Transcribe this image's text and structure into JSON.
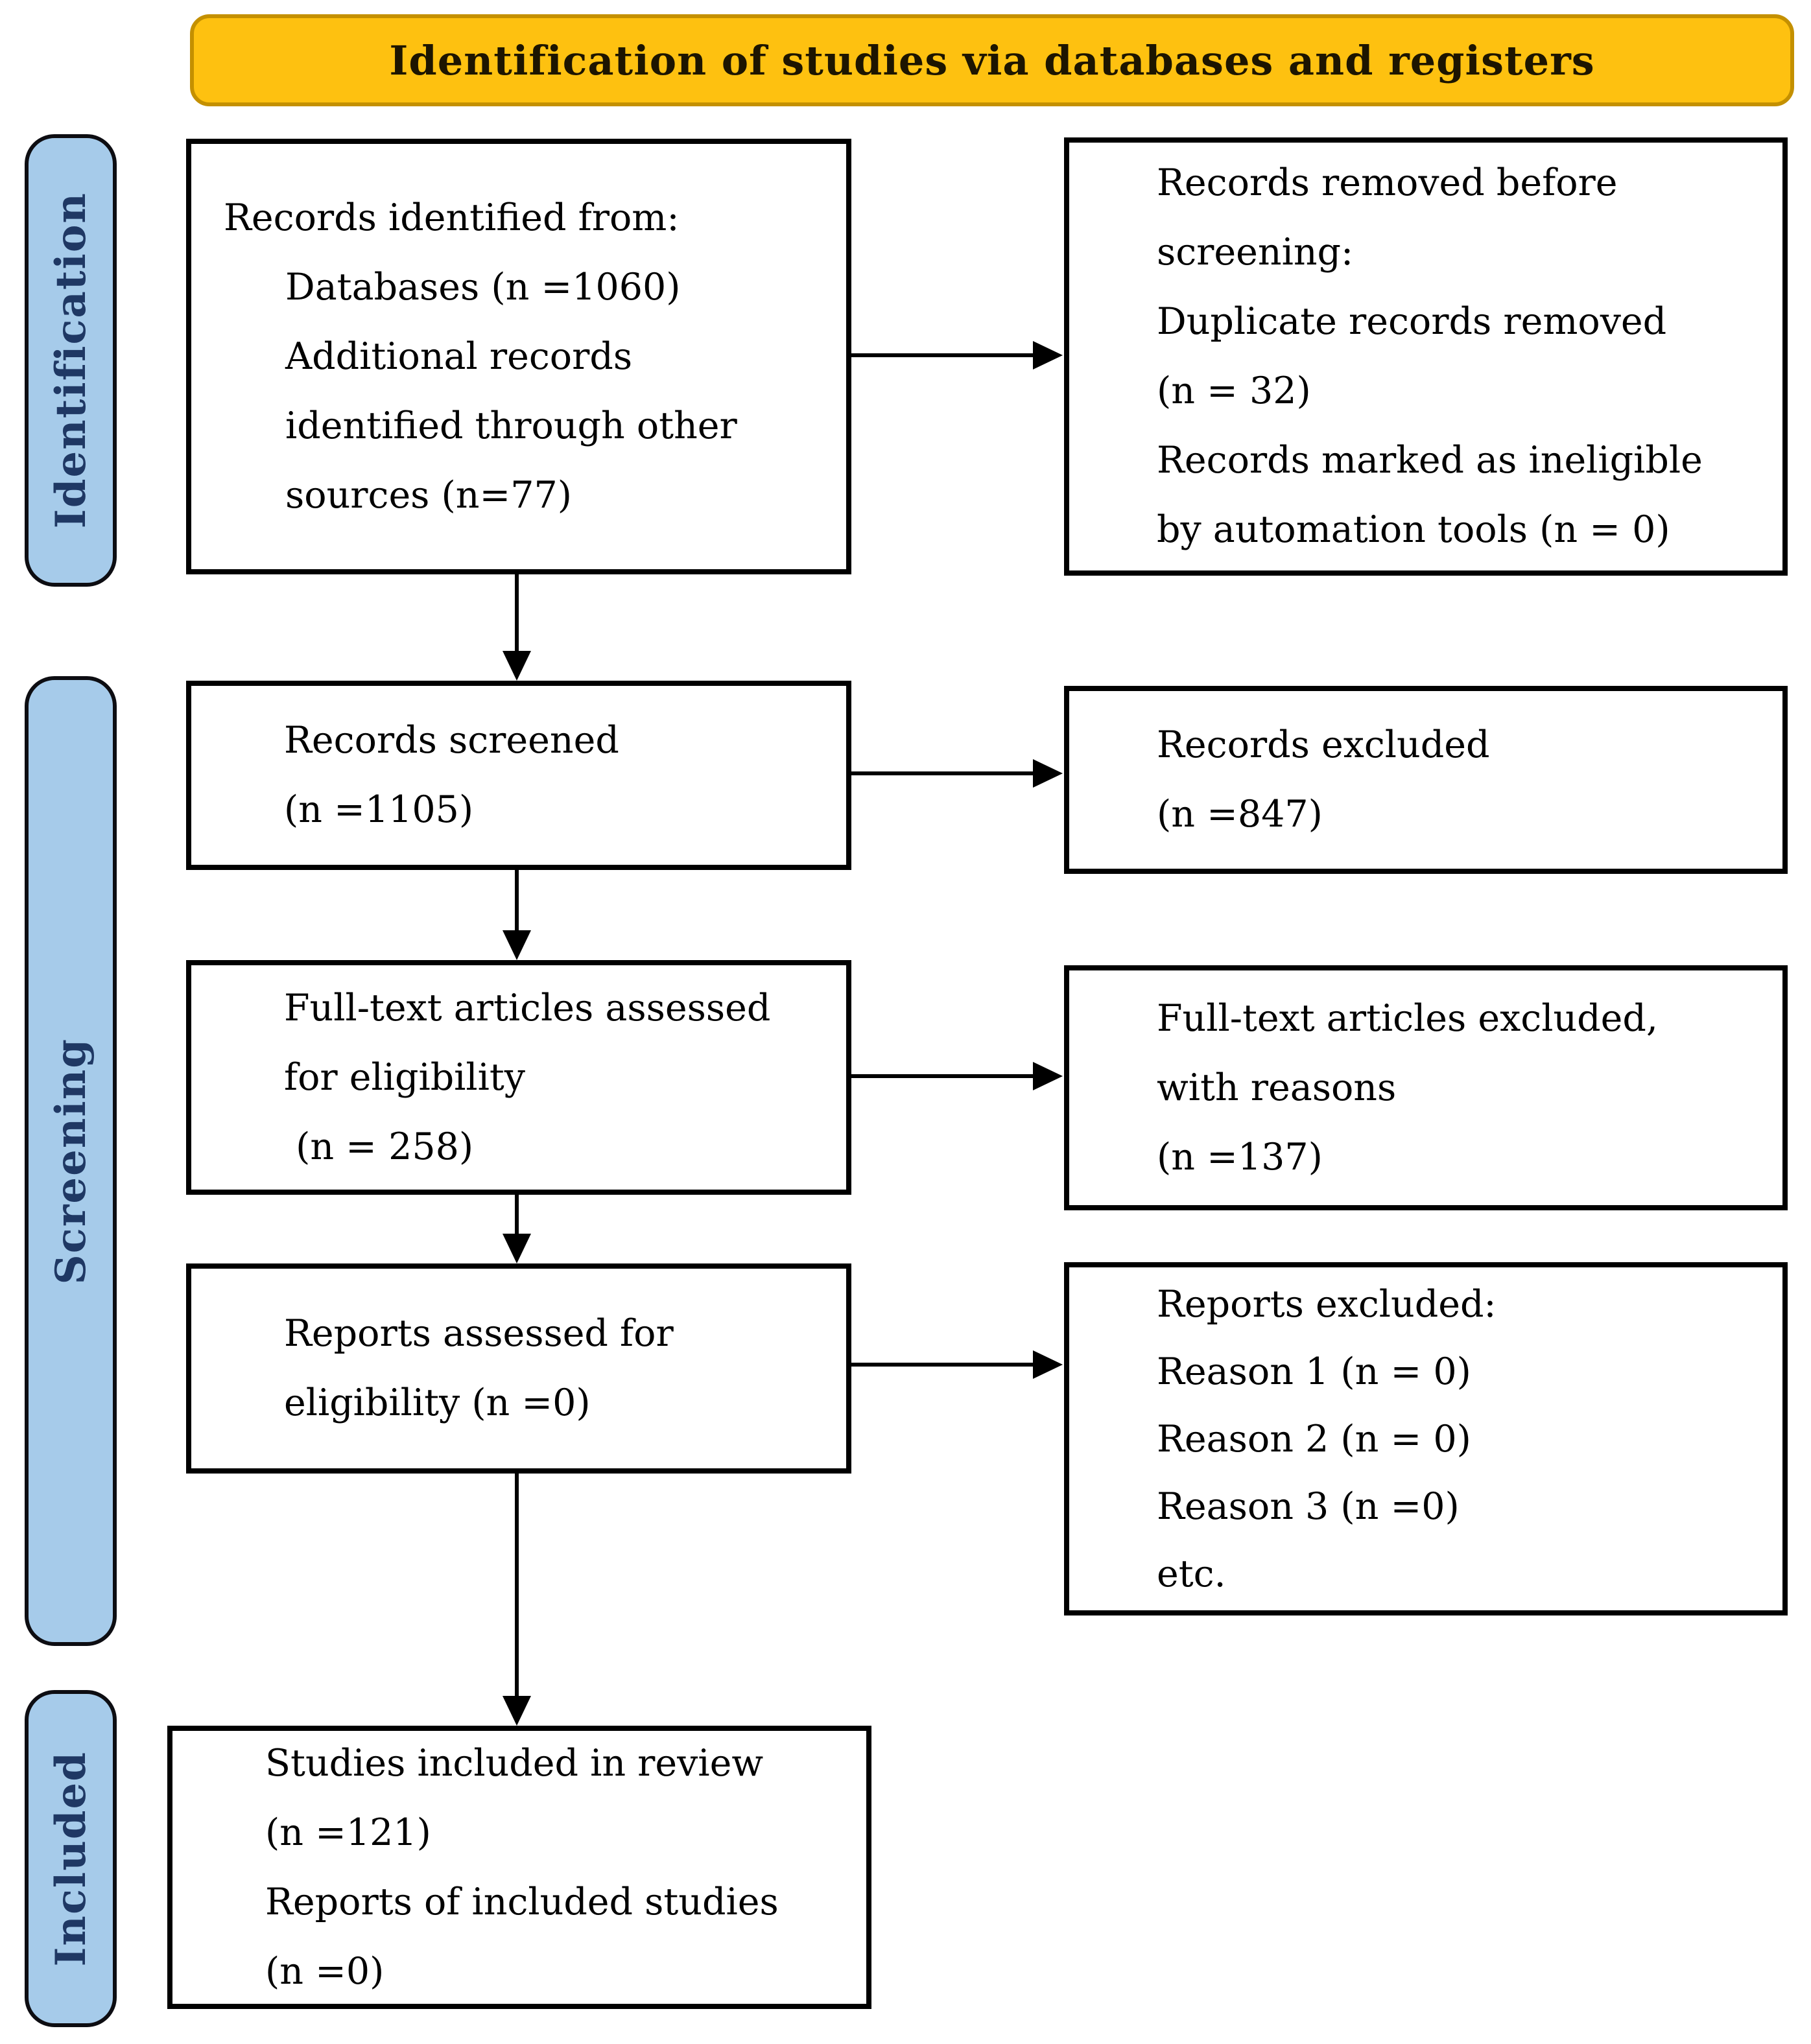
{
  "header": {
    "title": "Identification of studies via databases and registers"
  },
  "sidebar": {
    "identification": "Identification",
    "screening": "Screening",
    "included": "Included"
  },
  "boxes": {
    "records_identified": {
      "lines": [
        "Records identified from:",
        "Databases (n =1060)",
        "Additional records",
        "identified through other",
        "sources (n=77)"
      ]
    },
    "records_removed": {
      "lines": [
        "Records removed before",
        "screening:",
        "Duplicate records removed",
        "(n = 32)",
        "Records marked as ineligible",
        "by automation tools (n = 0)"
      ]
    },
    "records_screened": {
      "lines": [
        "Records screened",
        "(n =1105)"
      ]
    },
    "records_excluded": {
      "lines": [
        "Records excluded",
        "(n =847)"
      ]
    },
    "fulltext_assessed": {
      "lines": [
        "Full-text articles assessed",
        "for eligibility",
        " (n = 258)"
      ]
    },
    "fulltext_excluded": {
      "lines": [
        "Full-text articles excluded,",
        "with reasons",
        "(n =137)"
      ]
    },
    "reports_assessed": {
      "lines": [
        "Reports assessed for",
        "eligibility (n =0)"
      ]
    },
    "reports_excluded": {
      "lines": [
        "Reports excluded:",
        "Reason 1 (n = 0)",
        "Reason 2 (n = 0)",
        "Reason 3 (n =0)",
        "etc."
      ]
    },
    "studies_included": {
      "lines": [
        "Studies included in review",
        "(n =121)",
        "Reports of included studies",
        "(n =0)"
      ]
    }
  },
  "colors": {
    "banner_fill": "#FEC110",
    "banner_border": "#C49000",
    "banner_text": "#1d1500",
    "stage_bar_fill": "#A6CBEA",
    "stage_bar_text": "#1F3864",
    "box_border": "#000000",
    "box_text": "#000000",
    "arrow": "#000000",
    "background": "#FFFFFF"
  }
}
